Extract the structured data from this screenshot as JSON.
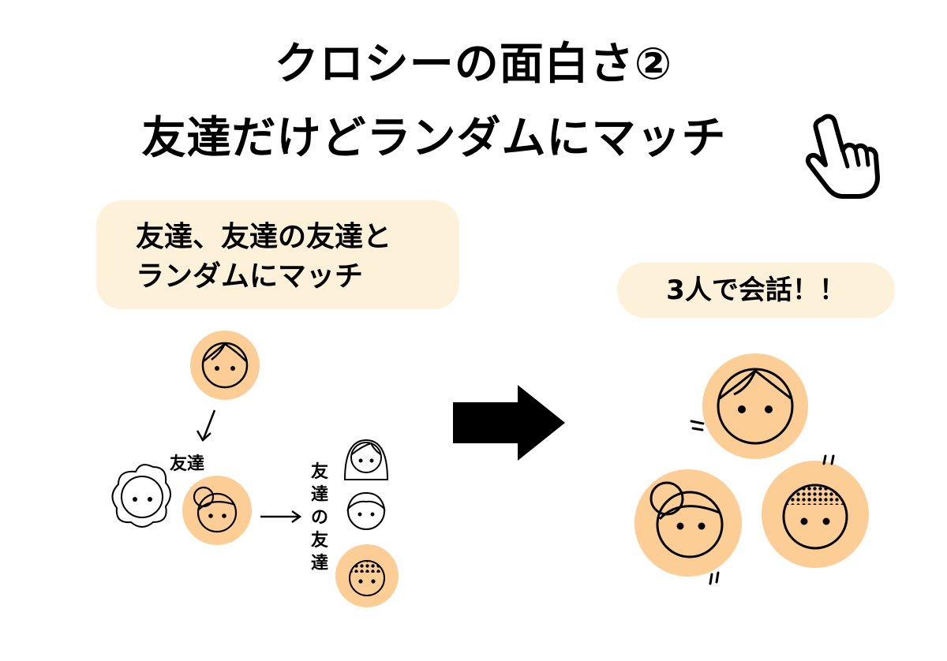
{
  "title": {
    "line1": "クロシーの面白さ②",
    "line2": "友達だけどランダムにマッチ"
  },
  "left_bubble": {
    "line1": "友達、友達の友達と",
    "line2": "ランダムにマッチ"
  },
  "right_bubble": {
    "text": "3人で会話！！"
  },
  "labels": {
    "friend": "友達",
    "friend_of_friend": "友達の友達"
  },
  "colors": {
    "face_fill": "#FDCD96",
    "bubble_fill": "#FEF1D9",
    "stroke": "#000000"
  },
  "icons": [
    "pointing-hand-icon",
    "right-arrow-icon"
  ]
}
